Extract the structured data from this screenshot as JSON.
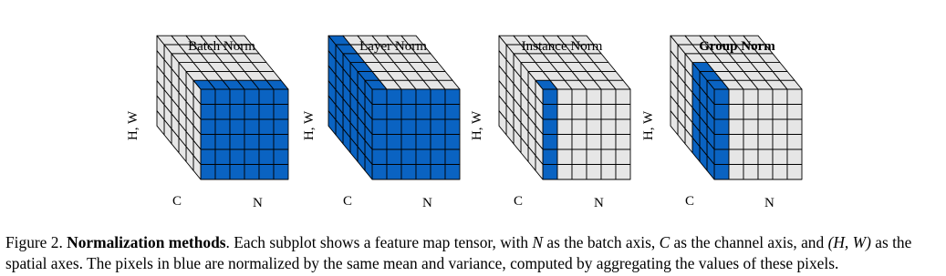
{
  "figure": {
    "panels": [
      {
        "title": "Batch Norm",
        "bold": false,
        "hw": "H, W",
        "c": "C",
        "n": "N",
        "mode": "batch"
      },
      {
        "title": "Layer Norm",
        "bold": false,
        "hw": "H, W",
        "c": "C",
        "n": "N",
        "mode": "layer"
      },
      {
        "title": "Instance Norm",
        "bold": false,
        "hw": "H, W",
        "c": "C",
        "n": "N",
        "mode": "instance"
      },
      {
        "title": "Group Norm",
        "bold": true,
        "hw": "H, W",
        "c": "C",
        "n": "N",
        "mode": "group"
      }
    ],
    "grid_cells": 6,
    "colors": {
      "highlight": "#0a63c2",
      "cell": "#e6e6e6",
      "edge": "#000000",
      "background": "#ffffff"
    }
  },
  "caption": {
    "prefix": "Figure 2. ",
    "bold": "Normalization methods",
    "text_a": ". Each subplot shows a feature map tensor, with ",
    "var_n": "N",
    "text_b": " as the batch axis, ",
    "var_c": "C",
    "text_c": " as the channel axis, and ",
    "var_hw": "(H, W)",
    "text_d": " as the spatial axes. The pixels in blue are normalized by the same mean and variance, computed by aggregating the values of these pixels."
  }
}
